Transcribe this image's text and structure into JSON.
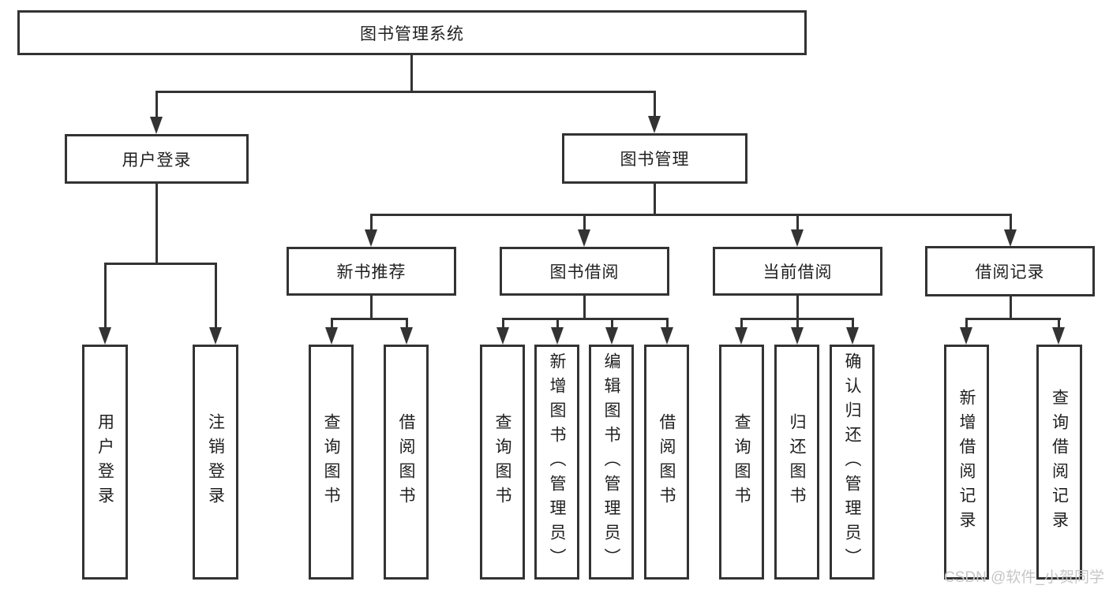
{
  "diagram": {
    "root": {
      "label": "图书管理系统"
    },
    "level2": [
      {
        "label": "用户登录"
      },
      {
        "label": "图书管理"
      }
    ],
    "level3": [
      {
        "label": "新书推荐",
        "parent": "图书管理"
      },
      {
        "label": "图书借阅",
        "parent": "图书管理"
      },
      {
        "label": "当前借阅",
        "parent": "图书管理"
      },
      {
        "label": "借阅记录",
        "parent": "图书管理"
      }
    ],
    "leaves": [
      {
        "label": "用户登录",
        "parent": "用户登录"
      },
      {
        "label": "注销登录",
        "parent": "用户登录"
      },
      {
        "label": "查询图书",
        "parent": "新书推荐"
      },
      {
        "label": "借阅图书",
        "parent": "新书推荐"
      },
      {
        "label": "查询图书",
        "parent": "图书借阅"
      },
      {
        "label": "新增图书（管理员）",
        "parent": "图书借阅"
      },
      {
        "label": "编辑图书（管理员）",
        "parent": "图书借阅"
      },
      {
        "label": "借阅图书",
        "parent": "图书借阅"
      },
      {
        "label": "查询图书",
        "parent": "当前借阅"
      },
      {
        "label": "归还图书",
        "parent": "当前借阅"
      },
      {
        "label": "确认归还（管理员）",
        "parent": "当前借阅"
      },
      {
        "label": "新增借阅记录",
        "parent": "借阅记录"
      },
      {
        "label": "查询借阅记录",
        "parent": "借阅记录"
      }
    ]
  },
  "watermark": {
    "text": "CSDN @软件_小贺同学"
  },
  "colors": {
    "line": "#333333",
    "text": "#1f1f1f",
    "watermark": "#c6c6c6",
    "background": "#ffffff"
  }
}
